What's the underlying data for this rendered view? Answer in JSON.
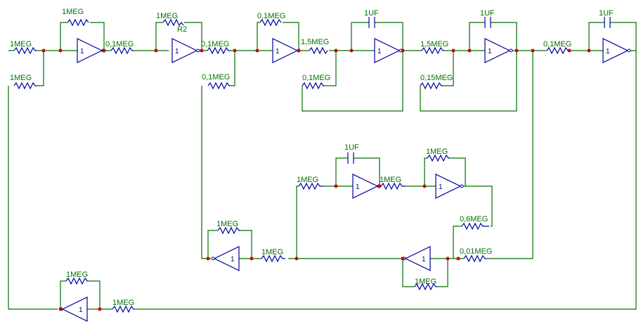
{
  "schematic": {
    "resistors": [
      {
        "id": "r-in",
        "label": "1MEG"
      },
      {
        "id": "r-fb-a1",
        "label": "1MEG"
      },
      {
        "id": "r-a1-a2",
        "label": "0,1MEG"
      },
      {
        "id": "r-fb-a2",
        "label": "1MEG"
      },
      {
        "id": "r-fb-a2-ref",
        "label": "R2"
      },
      {
        "id": "r-a2-a3",
        "label": "0,1MEG"
      },
      {
        "id": "r-fb-a3",
        "label": "0,1MEG"
      },
      {
        "id": "r-a3-a4",
        "label": "1,5MEG"
      },
      {
        "id": "r-loop-a4",
        "label": "0,1MEG"
      },
      {
        "id": "r-a4-a5",
        "label": "1,5MEG"
      },
      {
        "id": "r-loop-a5",
        "label": "0,15MEG"
      },
      {
        "id": "r-a5-a6",
        "label": "0,1MEG"
      },
      {
        "id": "r-sum-b",
        "label": "1MEG"
      },
      {
        "id": "r-tap-a2",
        "label": "0,1MEG"
      },
      {
        "id": "r-fb-b1",
        "label": "1MEG"
      },
      {
        "id": "r-b1-out",
        "label": "1MEG"
      },
      {
        "id": "r-in-b2",
        "label": "1MEG"
      },
      {
        "id": "r-b2-b3",
        "label": "1MEG"
      },
      {
        "id": "r-fb-b3",
        "label": "1MEG"
      },
      {
        "id": "r-b3-fb",
        "label": "0,6MEG"
      },
      {
        "id": "r-fb-b4",
        "label": "1MEG"
      },
      {
        "id": "r-b4-in",
        "label": "0,01MEG"
      },
      {
        "id": "r-fb-b5",
        "label": "1MEG"
      },
      {
        "id": "r-b5-out",
        "label": "1MEG"
      }
    ],
    "capacitors": [
      {
        "id": "c-a4",
        "label": "1UF"
      },
      {
        "id": "c-a5",
        "label": "1UF"
      },
      {
        "id": "c-a6",
        "label": "1UF"
      },
      {
        "id": "c-b2",
        "label": "1UF"
      }
    ],
    "amplifier_gain_label": "1"
  }
}
